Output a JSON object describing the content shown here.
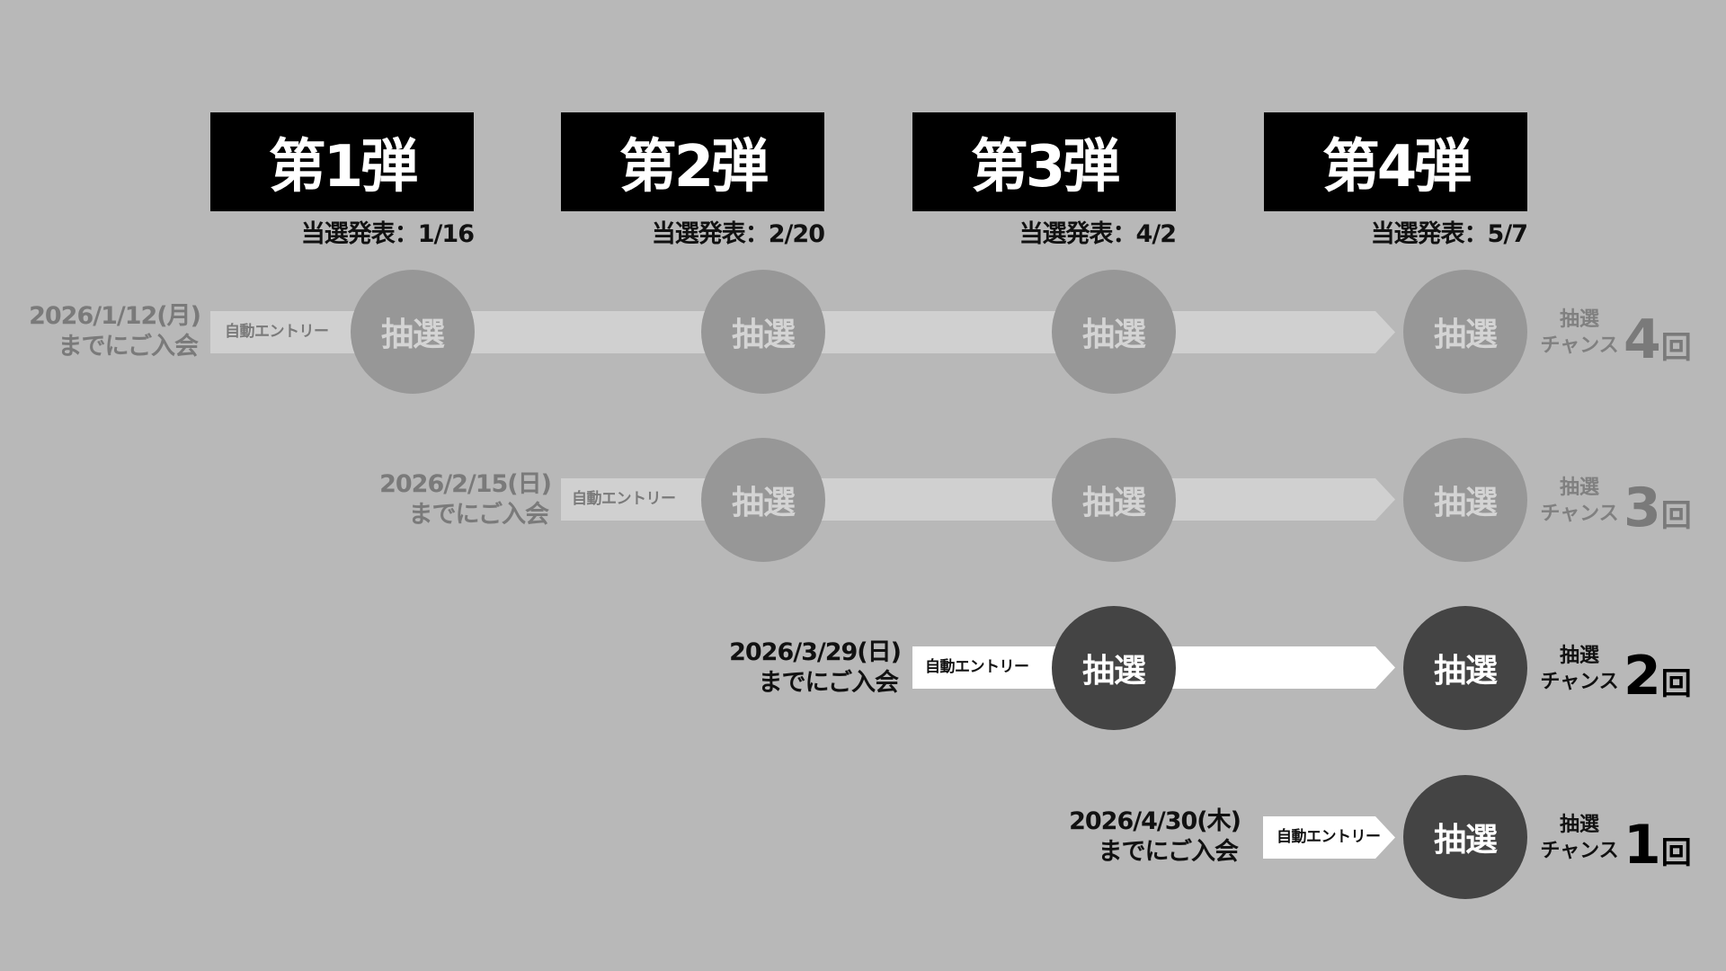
{
  "colors": {
    "background": "#b8b8b8",
    "title_box": "#000000",
    "active_circle": "#444444",
    "active_band": "#ffffff",
    "faded_circle": "#979797",
    "faded_band": "#d0d0d0",
    "faded_text": "#7a7a7a"
  },
  "rounds": [
    {
      "title": "第1弾",
      "announcement": "当選発表：1/16"
    },
    {
      "title": "第2弾",
      "announcement": "当選発表：2/20"
    },
    {
      "title": "第3弾",
      "announcement": "当選発表：4/2"
    },
    {
      "title": "第4弾",
      "announcement": "当選発表：5/7"
    }
  ],
  "rows": [
    {
      "state": "faded",
      "deadline_date": "2026/1/12(月)",
      "deadline_suffix": "までにご入会",
      "entry_label": "自動エントリー",
      "lottery_label": "抽選",
      "chance_line1": "抽選",
      "chance_line2": "チャンス",
      "chance_count": "4",
      "chance_unit": "回"
    },
    {
      "state": "faded",
      "deadline_date": "2026/2/15(日)",
      "deadline_suffix": "までにご入会",
      "entry_label": "自動エントリー",
      "lottery_label": "抽選",
      "chance_line1": "抽選",
      "chance_line2": "チャンス",
      "chance_count": "3",
      "chance_unit": "回"
    },
    {
      "state": "active",
      "deadline_date": "2026/3/29(日)",
      "deadline_suffix": "までにご入会",
      "entry_label": "自動エントリー",
      "lottery_label": "抽選",
      "chance_line1": "抽選",
      "chance_line2": "チャンス",
      "chance_count": "2",
      "chance_unit": "回"
    },
    {
      "state": "active",
      "deadline_date": "2026/4/30(木)",
      "deadline_suffix": "までにご入会",
      "entry_label": "自動エントリー",
      "lottery_label": "抽選",
      "chance_line1": "抽選",
      "chance_line2": "チャンス",
      "chance_count": "1",
      "chance_unit": "回"
    }
  ]
}
